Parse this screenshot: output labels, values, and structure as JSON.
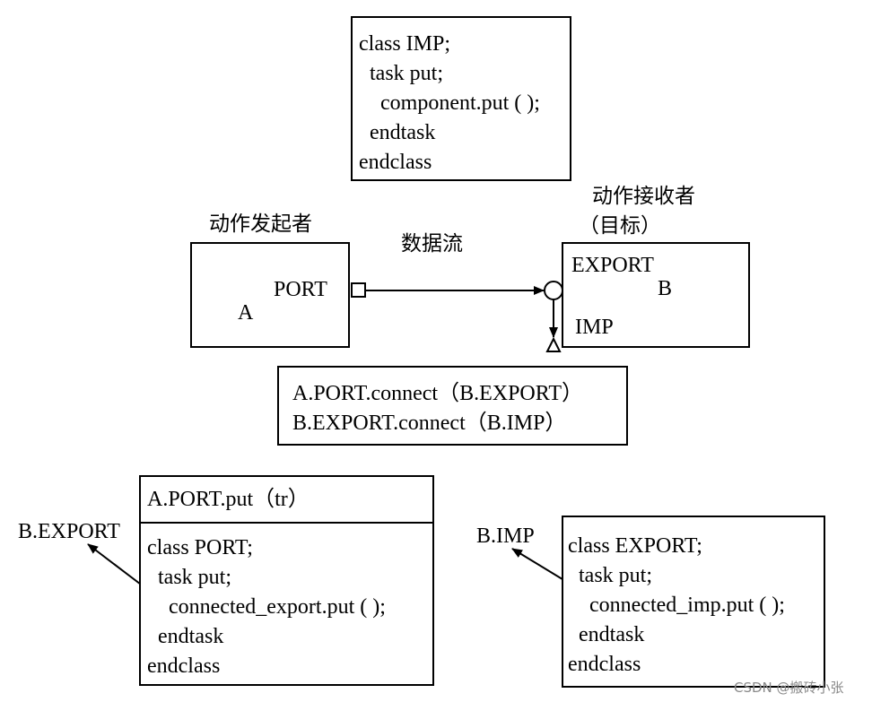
{
  "imp_class": {
    "lines": [
      "class IMP;",
      "  task put;",
      "    component.put ( );",
      "  endtask",
      "endclass"
    ]
  },
  "initiator": {
    "heading": "动作发起者",
    "port_label": "PORT",
    "name": "A"
  },
  "data_flow_label": "数据流",
  "target": {
    "heading_line1": "动作接收者",
    "heading_line2": "（目标）",
    "export_label": "EXPORT",
    "name": "B",
    "imp_label": "IMP"
  },
  "connect_box": {
    "lines": [
      "A.PORT.connect（B.EXPORT）",
      "B.EXPORT.connect（B.IMP）"
    ]
  },
  "port_class": {
    "header": "A.PORT.put（tr）",
    "lines": [
      "class PORT;",
      "  task put;",
      "    connected_export.put ( );",
      "  endtask",
      "endclass"
    ],
    "pointer_label": "B.EXPORT"
  },
  "export_class": {
    "lines": [
      "class EXPORT;",
      "  task put;",
      "    connected_imp.put ( );",
      "  endtask",
      "endclass"
    ],
    "pointer_label": "B.IMP"
  },
  "watermark": "CSDN @搬砖小张"
}
